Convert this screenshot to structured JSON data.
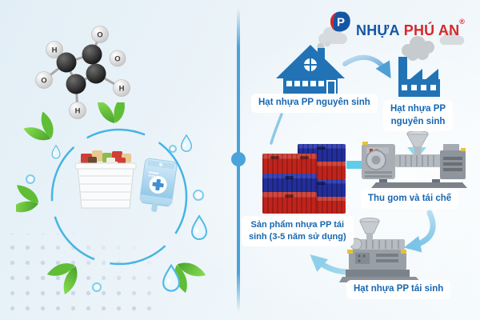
{
  "logo": {
    "icon": "phu-an-p-shield-icon",
    "letter": "P",
    "word1": "NHỰA",
    "word2": "PHÚ AN",
    "registered": "®",
    "color_blue": "#1456a4",
    "color_red": "#d7282a"
  },
  "molecule": {
    "icon": "polypropylene-molecule-model",
    "atoms": [
      {
        "label": "O"
      },
      {
        "label": "H"
      },
      {
        "label": "O"
      },
      {
        "label": "O"
      },
      {
        "label": "H"
      },
      {
        "label": "H"
      }
    ]
  },
  "eco_scene": {
    "ring_icon": "dashed-recycle-ring",
    "leaf_icon": "green-leaf-sprig",
    "droplet_icon": "water-drop",
    "bubble_icon": "water-bubble",
    "container_icon": "pp-food-storage-box",
    "bag_icon": "medical-iv-bag",
    "bag_cross": "+"
  },
  "flow": {
    "step1": {
      "icon": "house-icon",
      "label": "Hạt nhựa PP nguyên sinh"
    },
    "step2": {
      "icon": "factory-icon",
      "label_line1": "Hạt nhựa PP",
      "label_line2": "nguyên sinh"
    },
    "step3": {
      "icon": "recycling-machine-icon",
      "label": "Thu gom và tái chế"
    },
    "step4": {
      "icon": "extruder-machine-icon",
      "label": "Hạt nhựa PP tái sinh"
    },
    "step5": {
      "icon": "plastic-crates-stack-icon",
      "label_line1": "Sản phẩm nhựa PP tái",
      "label_line2": "sinh (3-5 năm sử dụng)"
    }
  },
  "colors": {
    "label_text_blue": "#1767b1",
    "icon_blue": "#2273b5",
    "arrow_cyan": "#5fcde8",
    "arrow_light_blue": "#9fd4ea",
    "divider_blue": "#4aa3da",
    "crate_red": "#bf241c",
    "crate_blue": "#232e99",
    "leaf_green": "#4aa42b",
    "machine_gray": "#9aa0a8"
  }
}
